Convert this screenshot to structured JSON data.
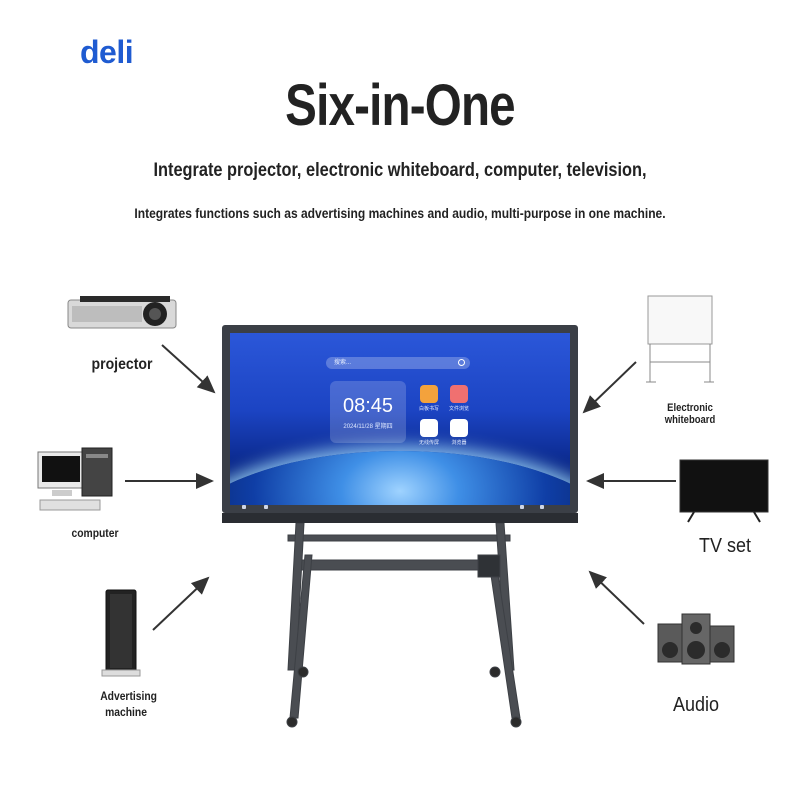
{
  "brand": "deli",
  "title": "Six-in-One",
  "subtitle_line1": "Integrate projector, electronic whiteboard, computer, television,",
  "subtitle_line2": "Integrates functions such as advertising machines and audio, multi-purpose in one machine.",
  "devices": {
    "projector": "projector",
    "computer": "computer",
    "advertising_machine": "Advertising machine",
    "electronic_whiteboard": "Electronic whiteboard",
    "tv_set": "TV set",
    "audio": "Audio"
  },
  "screen_ui": {
    "search_placeholder": "搜索...",
    "clock_time": "08:45",
    "clock_date": "2024/11/28  星期四",
    "apps": [
      "白板书写",
      "文件浏览",
      "无线传屏",
      "浏览器"
    ]
  },
  "colors": {
    "brand": "#1f5bd1",
    "screen": "#1c44c3",
    "frame": "#3b3f46"
  }
}
